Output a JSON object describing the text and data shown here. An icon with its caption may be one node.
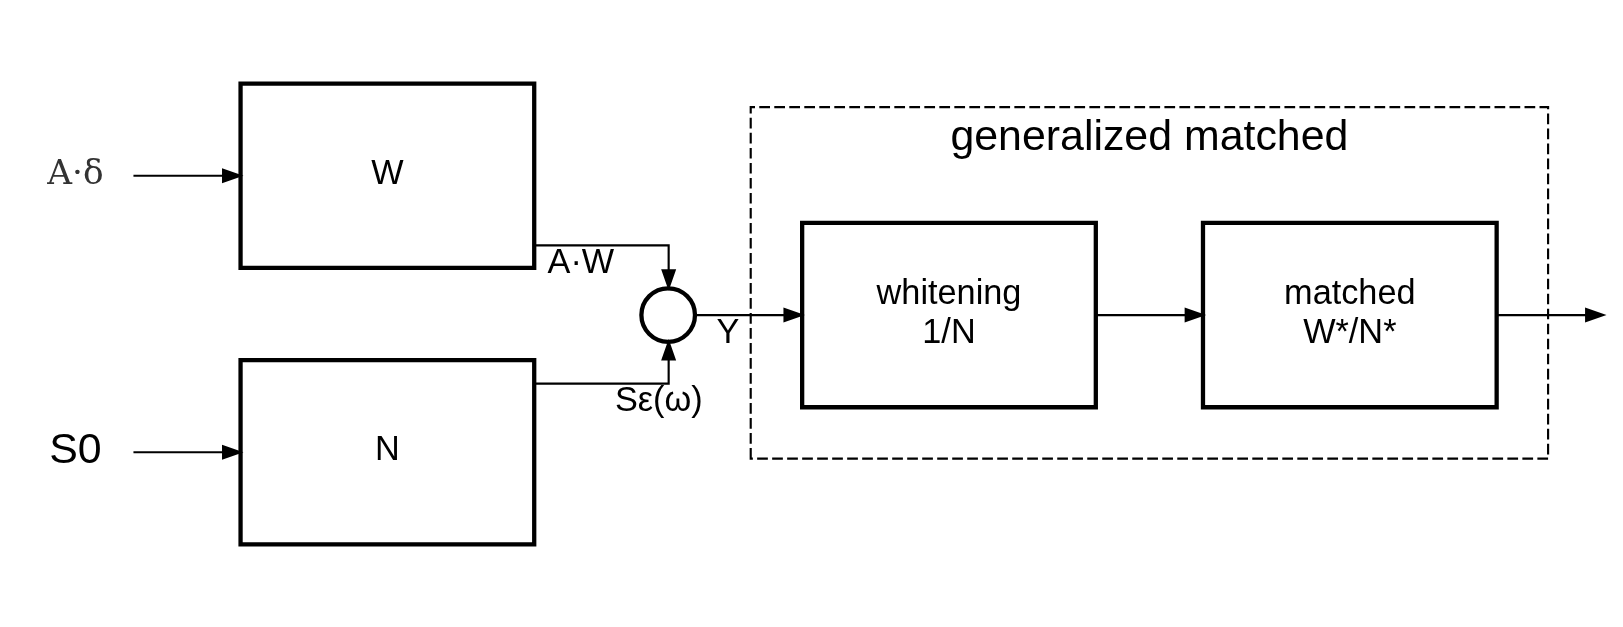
{
  "diagram": {
    "nodes": [
      {
        "text": [
          "A·δ"
        ]
      },
      {
        "text": [
          "W"
        ]
      },
      {
        "text": [
          "S0"
        ]
      },
      {
        "text": [
          "N"
        ]
      },
      {
        "text": [],
        "shape": "circle"
      },
      {
        "text": [
          "generalized matched"
        ]
      },
      {
        "text": [
          "whitening",
          "1/N"
        ],
        "in": 5
      },
      {
        "text": [
          "matched",
          "W*/N*"
        ],
        "in": 5
      }
    ],
    "edges": [
      {
        "from": 0,
        "to": 1,
        "arrow": "to"
      },
      {
        "from": 2,
        "to": 3,
        "arrow": "to"
      },
      {
        "from": 1,
        "to": 4,
        "arrow": "to",
        "label": "A·W"
      },
      {
        "from": 3,
        "to": 4,
        "arrow": "to",
        "label": "Sε(ω)"
      },
      {
        "from": 4,
        "to": 6,
        "arrow": "to",
        "label": "Y"
      },
      {
        "from": 6,
        "to": 7,
        "arrow": "to"
      },
      {
        "from": 7,
        "to": null,
        "arrow": "to"
      }
    ]
  }
}
